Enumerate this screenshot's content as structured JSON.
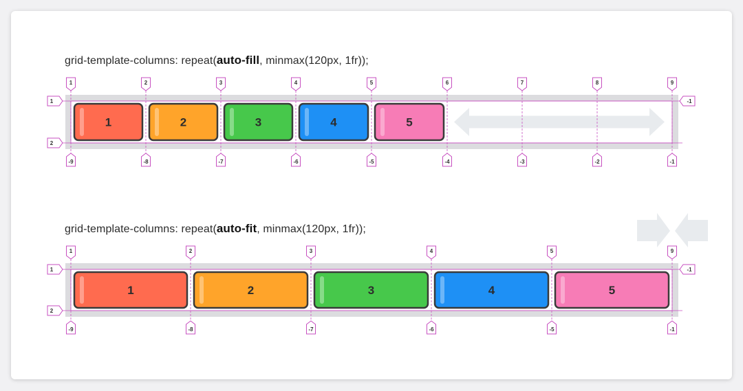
{
  "colors": {
    "line_label": "#c74fc0",
    "track": "#dcdcdf",
    "item_border": "#3a3a3a",
    "ghost_arrow": "#e8ebee"
  },
  "sections": [
    {
      "id": "auto-fill",
      "title_prefix": "grid-template-columns: repeat(",
      "title_keyword": "auto-fill",
      "title_suffix": ", minmax(120px, 1fr));",
      "items": [
        {
          "label": "1",
          "color": "#ff6b4f"
        },
        {
          "label": "2",
          "color": "#ffa42a"
        },
        {
          "label": "3",
          "color": "#47c84b"
        },
        {
          "label": "4",
          "color": "#1e90f5"
        },
        {
          "label": "5",
          "color": "#f77cb6"
        }
      ],
      "top_line_labels": [
        "1",
        "2",
        "3",
        "4",
        "5",
        "6",
        "7",
        "8",
        "9"
      ],
      "bottom_line_labels": [
        "-9",
        "-8",
        "-7",
        "-6",
        "-5",
        "-4",
        "-3",
        "-2",
        "-1"
      ],
      "row_labels_left": [
        "1",
        "2"
      ],
      "row_labels_right": [
        "-1"
      ]
    },
    {
      "id": "auto-fit",
      "title_prefix": "grid-template-columns: repeat(",
      "title_keyword": "auto-fit",
      "title_suffix": ", minmax(120px, 1fr));",
      "items": [
        {
          "label": "1",
          "color": "#ff6b4f"
        },
        {
          "label": "2",
          "color": "#ffa42a"
        },
        {
          "label": "3",
          "color": "#47c84b"
        },
        {
          "label": "4",
          "color": "#1e90f5"
        },
        {
          "label": "5",
          "color": "#f77cb6"
        }
      ],
      "top_line_labels": [
        "1",
        "2",
        "3",
        "4",
        "5",
        "9"
      ],
      "bottom_line_labels": [
        "-9",
        "-8",
        "-7",
        "-6",
        "-5",
        "-1"
      ],
      "row_labels_left": [
        "1",
        "2"
      ],
      "row_labels_right": [
        "-1"
      ]
    }
  ]
}
